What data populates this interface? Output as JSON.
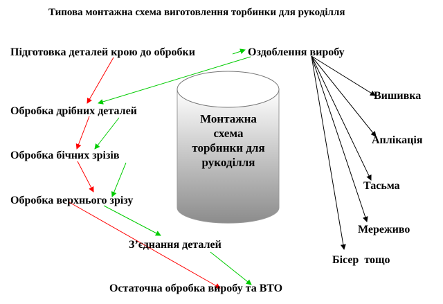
{
  "title": "Типова монтажна  схема виготовлення торбинки для рукоділля",
  "center": {
    "lines": [
      "Монтажна",
      "схема",
      "торбинки для",
      "рукоділля"
    ]
  },
  "steps": {
    "prep": "Підготовка деталей крою до обробки",
    "small": "Обробка дрібних деталей",
    "side": "Обробка бічних зрізів",
    "top": "Обробка верхнього зрізу",
    "join": "З’єднання деталей",
    "final": "Остаточна обробка виробу  та ВТО"
  },
  "decoration": {
    "label": "Оздоблення виробу",
    "items": [
      "Вишивка",
      "Аплікація",
      "Тасьма",
      "Мереживо",
      "Бісер  тощо"
    ]
  },
  "colors": {
    "red": "#ff0000",
    "green": "#00cc00",
    "black": "#000000"
  }
}
